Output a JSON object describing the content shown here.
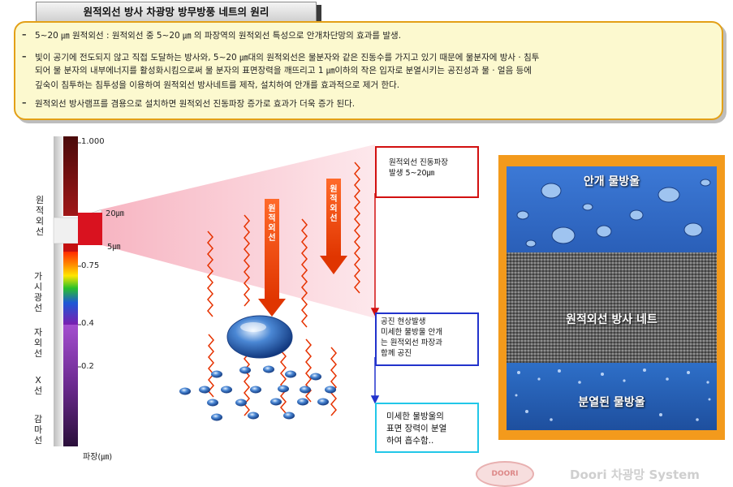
{
  "title": "원적외선 방사 차광망 방무방풍 네트의 원리",
  "notes": [
    "5~20 ㎛  원적외선 : 원적외선 중 5~20 ㎛ 의 파장역의 원적외선 특성으로 안개차단망의 효과를 발생.",
    "빛이 공기에 전도되지 않고 직접 도달하는 방사와, 5~20 ㎛대의 원적외선은 물분자와 같은 진동수를 가지고 있기 때문에 물분자에 방사 · 침투",
    "되어 물 분자의 내부에너지를 활성화시킴으로써 물 분자의 표면장력을 깨뜨리고  1 ㎛이하의 작은 입자로 분열시키는 공진성과 물  · 얼음 등에",
    "깊숙이 침투하는 침투성을 이용하여 원적외선 방사네트를 제작, 설치하여 안개를 효과적으로 제거 한다.",
    "원적외선 방사램프를 겸용으로 설치하면 원적외선 진동파장 증가로 효과가 더욱 증가 된다."
  ],
  "spectrum": {
    "ticks": [
      "1.000",
      "20㎛",
      "5㎛",
      "0.75",
      "0.4",
      "0.2"
    ],
    "bands": [
      "원적외선",
      "가시광선",
      "자외선",
      "X선",
      "감마선"
    ],
    "axis_label": "파장(㎛)"
  },
  "rays": [
    "원적외선",
    "원적외선"
  ],
  "boxes": {
    "red": [
      "원적외선  진동파장",
      "발생 5~20㎛"
    ],
    "blue": [
      "공진 현상발생",
      "미세한 물방울 안개",
      "는 원적외선 파장과",
      "함께 공진"
    ],
    "cyan": [
      "미세한 물방울의",
      "표면 장력이 분열",
      "하여 흡수함.."
    ]
  },
  "photo": {
    "top": "안개 물방울",
    "middle": "원적외선 방사 네트",
    "bottom": "분열된 물방울"
  },
  "footer": {
    "logo": "DOORI",
    "brand": "Doori 차광망 System"
  }
}
